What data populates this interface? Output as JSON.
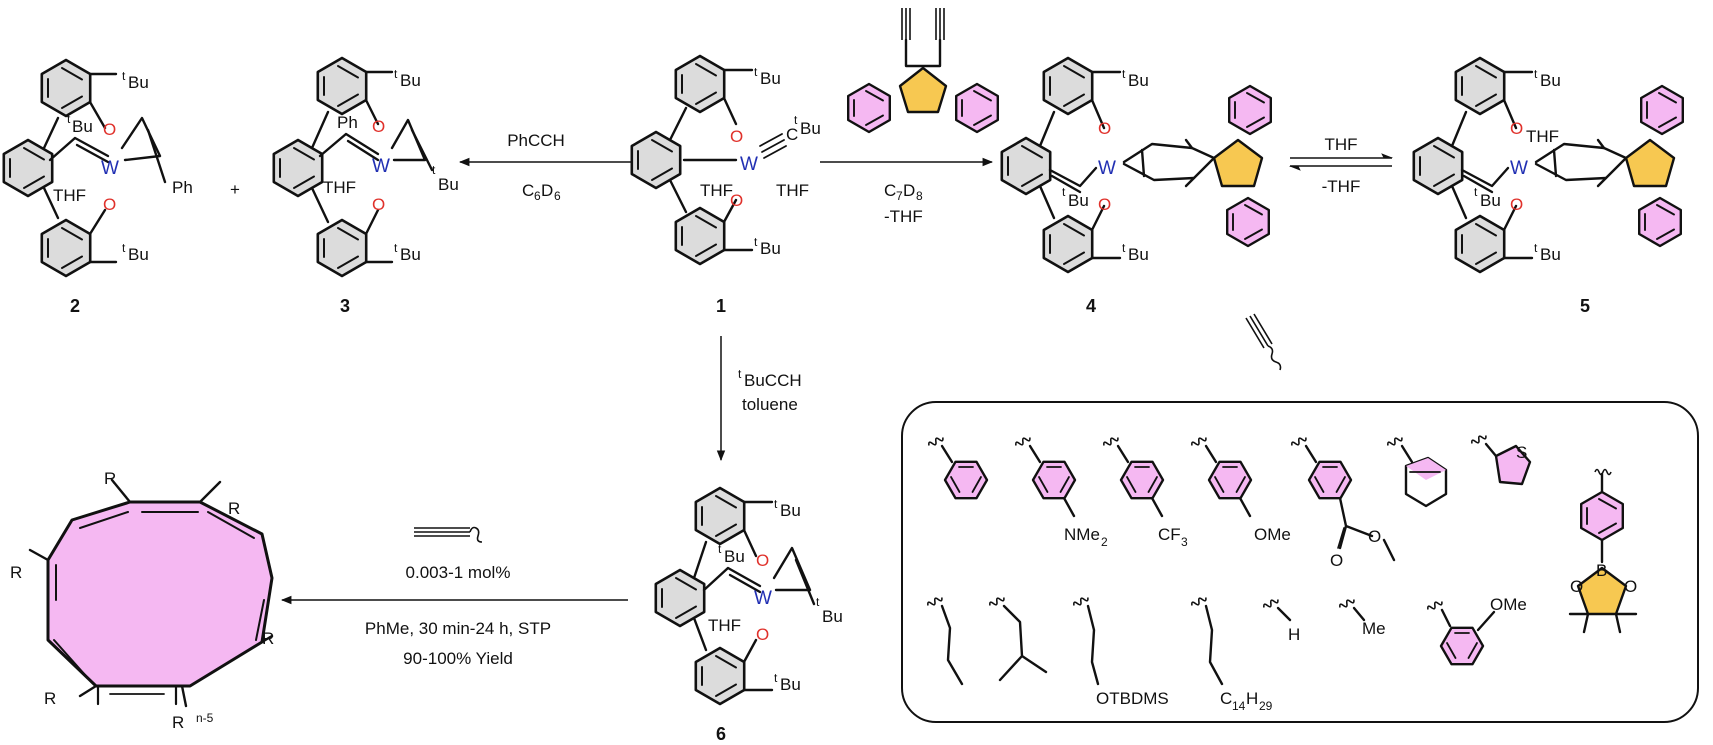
{
  "compounds": {
    "c1": "1",
    "c2": "2",
    "c3": "3",
    "c4": "4",
    "c5": "5",
    "c6": "6"
  },
  "atoms": {
    "tbu_t": "t",
    "tbu_bu": "Bu",
    "tungsten": "W",
    "oxygen": "O",
    "carbon": "C",
    "thf": "THF",
    "ph": "Ph",
    "plus": "+",
    "r": "R",
    "n_minus_5": "n-5"
  },
  "reactions": {
    "to_2_3": {
      "reagent": "PhCCH",
      "solvent_main": "C",
      "solvent_sub1": "6",
      "solvent_mid": "D",
      "solvent_sub2": "6"
    },
    "to_4": {
      "solvent_main": "C",
      "solvent_sub1": "7",
      "solvent_mid": "D",
      "solvent_sub2": "8",
      "condition": "-THF"
    },
    "eq_4_5": {
      "forward": "THF",
      "reverse": "-THF"
    },
    "to_6": {
      "reagent_t": "t",
      "reagent": "BuCCH",
      "solvent": "toluene"
    },
    "polymer": {
      "loading": "0.003-1 mol%",
      "conditions": "PhMe, 30 min-24 h, STP",
      "yield": "90-100% Yield"
    }
  },
  "substrates": {
    "nme2": "NMe",
    "nme2_sub": "2",
    "cf3": "CF",
    "cf3_sub": "3",
    "ome": "OMe",
    "thiophene_s": "S",
    "otbdms": "OTBDMS",
    "c14": "C",
    "c14_sub": "14",
    "c14_h": "H",
    "c14_sub2": "29",
    "h": "H",
    "me": "Me",
    "ome2": "OMe",
    "boron": "B",
    "o": "O"
  },
  "colors": {
    "pink": "#f5b8f2",
    "yellow": "#f7c851",
    "gray": "#dcdcdc",
    "oxygen": "#e0312b",
    "tungsten": "#2230b3"
  }
}
